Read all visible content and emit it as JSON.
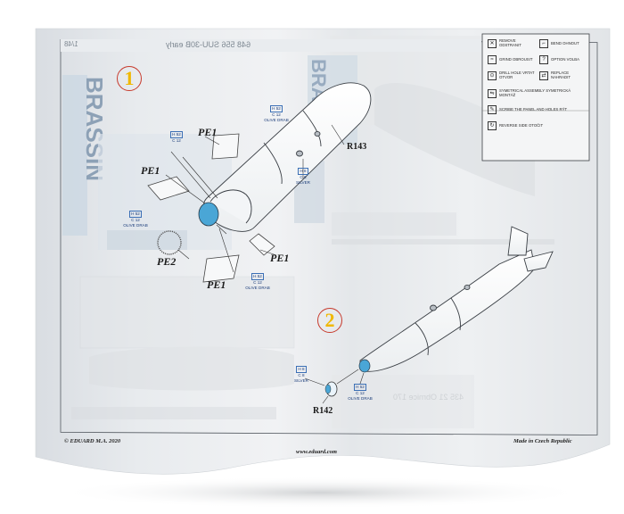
{
  "sheet": {
    "steps": [
      "1",
      "2"
    ],
    "parts": {
      "pe1_a": "PE1",
      "pe1_b": "PE1",
      "pe1_c": "PE1",
      "pe1_d": "PE1",
      "pe2": "PE2",
      "r143": "R143",
      "r142": "R142"
    },
    "paints": {
      "olive_top": {
        "code": "H 52",
        "color": "C 12",
        "name": "OLIVE DRAB"
      },
      "olive_left": {
        "code": "H 52",
        "color": "C 12",
        "name": "OLIVE DRAB"
      },
      "silver_mid": {
        "code": "H 8",
        "color": "C 8",
        "name": "SILVER"
      },
      "olive_bottom": {
        "code": "H 52",
        "color": "C 12",
        "name": "OLIVE DRAB"
      },
      "silver_step2": {
        "code": "H 8",
        "color": "C 8",
        "name": "SILVER"
      },
      "olive_step2": {
        "code": "H 52",
        "color": "C 12",
        "name": "OLIVE DRAB"
      }
    },
    "legend": [
      {
        "left": "REMOVE ODSTRANIT",
        "right": "BEND OHNOUT",
        "left_icon": "remove-icon",
        "right_icon": "bend-icon"
      },
      {
        "left": "GRIND OBROUSIT",
        "right": "OPTION VOLBA",
        "left_icon": "grind-icon",
        "right_icon": "option-icon"
      },
      {
        "left": "DRILL HOLE VRTAT OTVOR",
        "right": "REPLACE NAHRADIT",
        "left_icon": "drill-icon",
        "right_icon": "replace-icon"
      },
      {
        "left": "SYMETRICAL ASSEMBLY SYMETRICKÁ MONTÁŽ",
        "left_icon": "symmetry-icon"
      },
      {
        "left": "SCRIBE THE PANEL AND HOLES RÝT",
        "left_icon": "scribe-icon"
      },
      {
        "left": "REVERSE SIDE OTOČIT",
        "left_icon": "reverse-icon"
      }
    ],
    "header_mirrored": "648 556 SUU-30B early",
    "scale_mirrored": "1/48",
    "footer": {
      "left": "© EDUARD M.A. 2020",
      "center": "www.eduard.com",
      "right": "Made in Czech Republic"
    }
  },
  "colors": {
    "background": "#ffffff",
    "paper": "#eef0f2",
    "accent_blue": "#4aa6d6",
    "step_number": "#f0b800",
    "step_ring": "#c73a2c"
  }
}
